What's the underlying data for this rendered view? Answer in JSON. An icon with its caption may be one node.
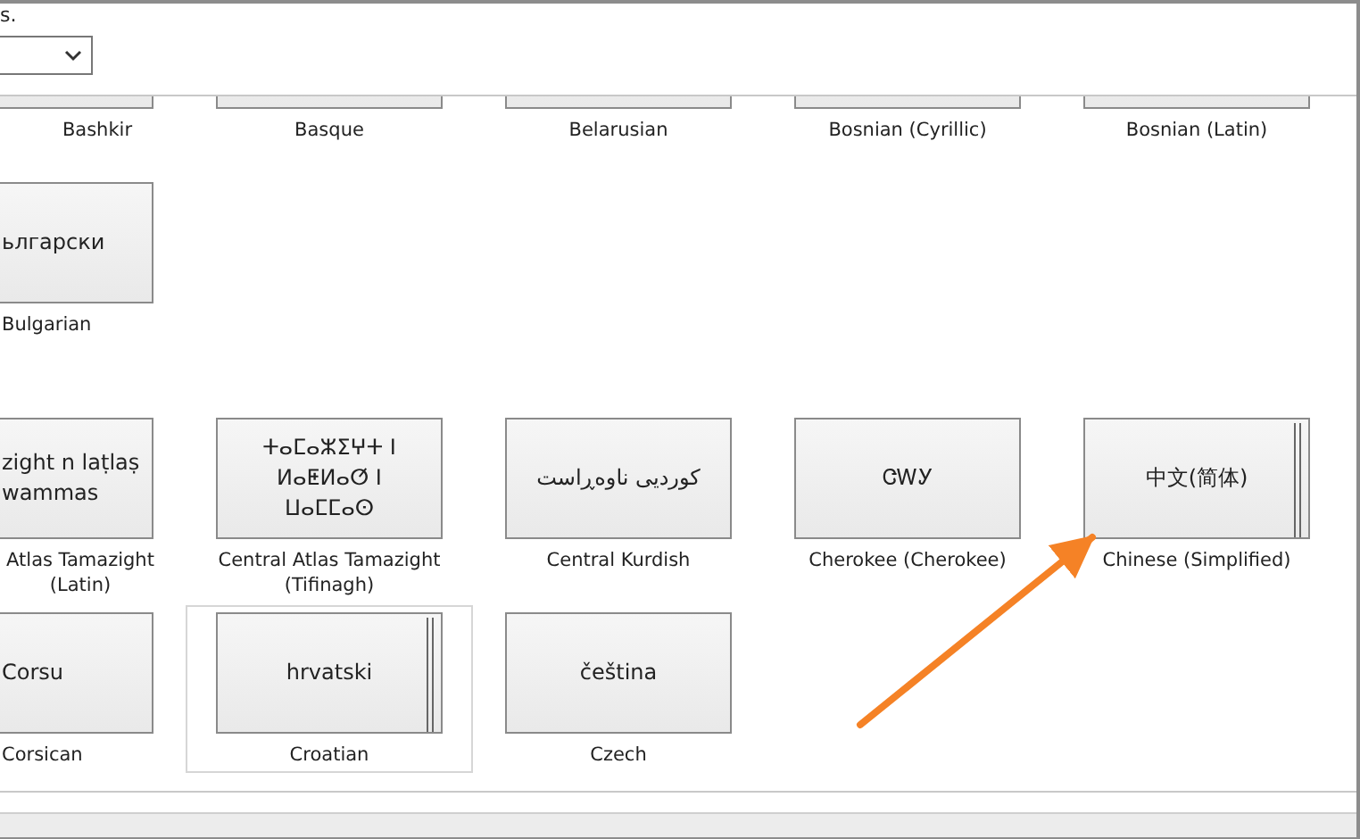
{
  "diagram": {
    "nodes": [
      {
        "text": [],
        "shape": "box",
        "beside": [
          "Bashkir"
        ]
      },
      {
        "text": [],
        "shape": "box",
        "beside": [
          "Basque"
        ]
      },
      {
        "text": [],
        "shape": "box",
        "beside": [
          "Belarusian"
        ]
      },
      {
        "text": [],
        "shape": "box",
        "beside": [
          "Bosnian (Cyrillic)"
        ]
      },
      {
        "text": [],
        "shape": "box",
        "beside": [
          "Bosnian (Latin)"
        ]
      },
      {
        "text": [
          "ьлгарски"
        ],
        "beside": [
          "Bulgarian"
        ]
      },
      {
        "text": [
          "zight n laṭlaṣ wammas"
        ],
        "beside": [
          "Atlas Tamazight (Latin)"
        ]
      },
      {
        "text": [
          "ⵜⴰⵎⴰⵣⵉⵖⵜ ⵏ ⵍⴰⵟⵍⴰⵚ ⵏ ⵡⴰⵎⵎⴰⵙ"
        ],
        "beside": [
          "Central Atlas Tamazight (Tifinagh)"
        ]
      },
      {
        "text": [
          "کوردیی ناوەڕاست"
        ],
        "beside": [
          "Central Kurdish"
        ]
      },
      {
        "text": [
          "ᏣᎳᎩ"
        ],
        "beside": [
          "Cherokee (Cherokee)"
        ]
      },
      {
        "text": [
          "中文(简体)"
        ],
        "beside": [
          "Chinese (Simplified)"
        ]
      },
      {
        "text": [
          "Corsu"
        ],
        "beside": [
          "Corsican"
        ]
      },
      {
        "text": [
          "hrvatski"
        ],
        "beside": [
          "Croatian"
        ]
      },
      {
        "text": [
          "čeština"
        ],
        "beside": [
          "Czech"
        ]
      }
    ],
    "edges": [
      {
        "from": null,
        "to": 10,
        "arrow": "to"
      }
    ],
    "labels": [
      "s."
    ]
  }
}
